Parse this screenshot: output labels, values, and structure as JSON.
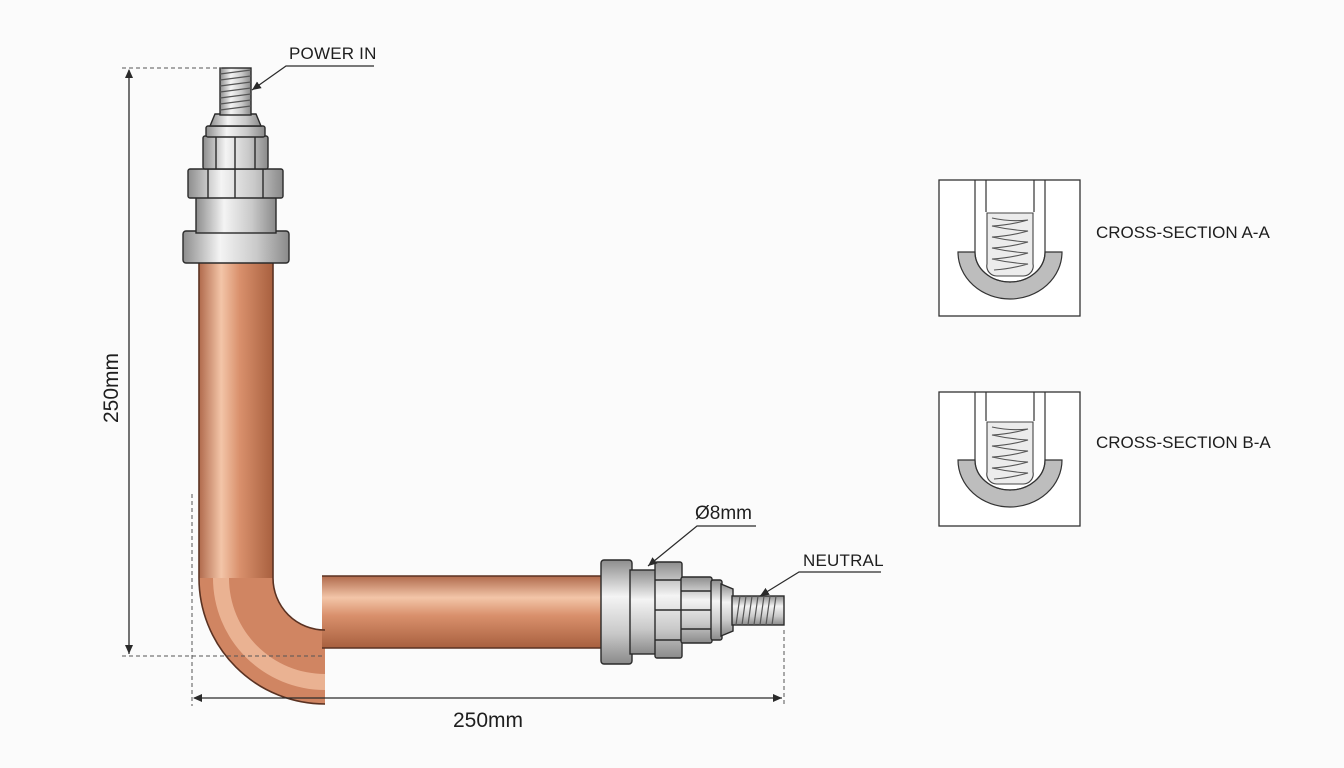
{
  "callouts": {
    "power_in": "POWER IN",
    "neutral": "NEUTRAL",
    "diameter": "Ø8mm"
  },
  "dimensions": {
    "height": "250mm",
    "width": "250mm"
  },
  "cross_sections": [
    {
      "label": "CROSS-SECTION A-A"
    },
    {
      "label": "CROSS-SECTION B-A"
    }
  ],
  "colors": {
    "copper_light": "#f3c5a8",
    "copper_mid": "#d9906c",
    "copper_dark": "#b06a4c",
    "steel_light": "#f4f4f4",
    "steel_dark": "#8d8d8d",
    "line": "#2a2a2a"
  }
}
